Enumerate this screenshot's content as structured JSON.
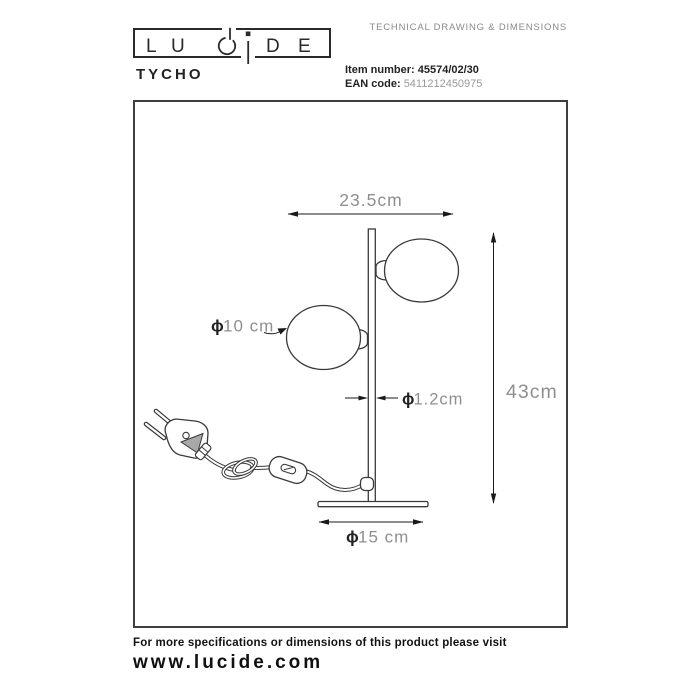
{
  "brand": {
    "name": "LUCiDE",
    "letters": [
      "L",
      "U",
      "D",
      "E"
    ]
  },
  "header": {
    "technical_label": "TECHNICAL DRAWING & DIMENSIONS"
  },
  "product": {
    "name": "TYCHO",
    "item_number_label": "Item number:",
    "item_number": "45574/02/30",
    "ean_label": "EAN code:",
    "ean": "5411212450975"
  },
  "drawing": {
    "type": "technical line drawing of a two-globe table lamp with plug, cord switch and round base",
    "diameter_symbol": "ϕ",
    "dimensions": {
      "width": "23.5cm",
      "height": "43cm",
      "shade_diameter": "10 cm",
      "pole_diameter": "1.2cm",
      "base_diameter": "15 cm"
    }
  },
  "footer": {
    "line1": "For more specifications or dimensions of this product please visit",
    "website": "www.lucide.com"
  },
  "colors": {
    "outline": "#3a3a3a",
    "dimension_line": "#1a1a1a",
    "dimension_text": "#8f8f8f",
    "frame_border": "#3f3f3f",
    "muted_text": "#8a8a8a"
  }
}
